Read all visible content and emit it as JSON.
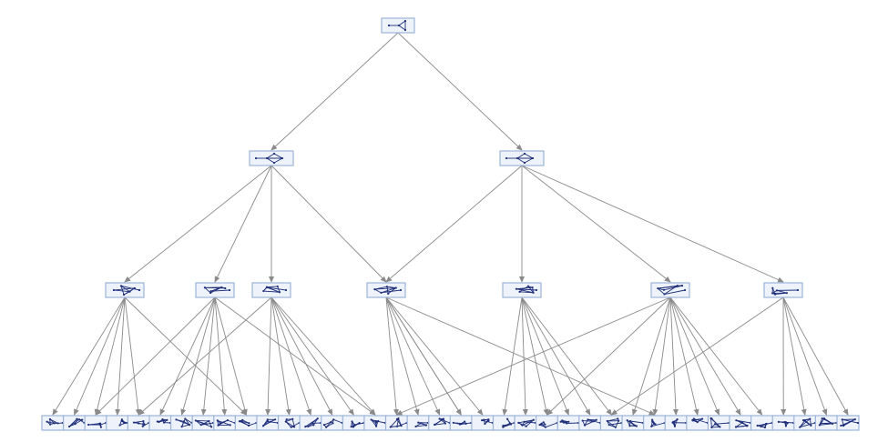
{
  "diagram": {
    "type": "tree",
    "colors": {
      "edge": "#8a8a8a",
      "node_fill": "#eef3fb",
      "node_border": "#9db4d8",
      "glyph": "#1f2f7a"
    },
    "levels": [
      {
        "level": 0,
        "node_count": 1
      },
      {
        "level": 1,
        "node_count": 2
      },
      {
        "level": 2,
        "node_count": 7
      },
      {
        "level": 3,
        "node_count": 38
      }
    ],
    "root": {
      "glyph": "triangle-with-tail-graph-icon",
      "children": [
        {
          "glyph": "diamond-with-tail-graph-icon",
          "children": [
            {
              "glyph": "small-graph-icon",
              "leaf_count": 6
            },
            {
              "glyph": "small-graph-icon",
              "leaf_count": 5
            },
            {
              "glyph": "small-graph-icon",
              "leaf_count": 6
            },
            {
              "glyph": "small-graph-icon",
              "leaf_count": 5
            }
          ]
        },
        {
          "glyph": "diamond-with-tail-graph-icon",
          "children": [
            {
              "glyph": "small-graph-icon",
              "leaf_count": 6
            },
            {
              "glyph": "small-graph-icon",
              "leaf_count": 7
            },
            {
              "glyph": "small-graph-icon",
              "leaf_count": 5
            }
          ]
        }
      ]
    }
  }
}
